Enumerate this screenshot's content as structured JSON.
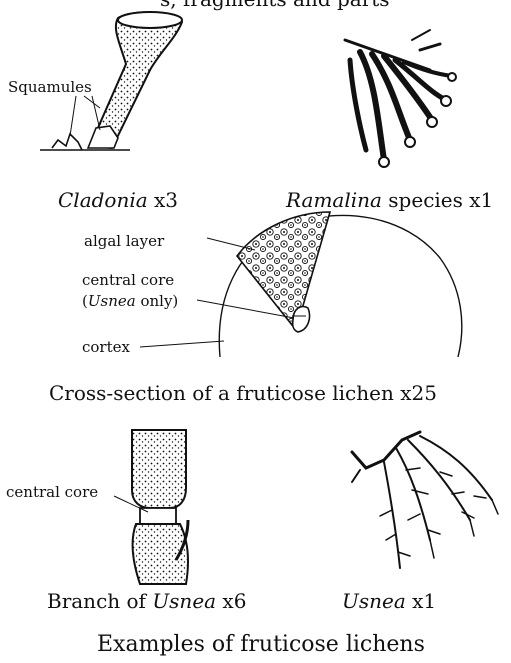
{
  "top_fragment": "s, fragments and parts",
  "figures": {
    "cladonia": {
      "name": "Cladonia",
      "suffix": " x3",
      "label": "Squamules"
    },
    "ramalina": {
      "name": "Ramalina",
      "suffix": " species x1"
    },
    "cross_section": {
      "caption": "Cross-section of a fruticose lichen x25",
      "labels": {
        "algal_layer": "algal layer",
        "central_core_line1": "central core",
        "central_core_open": "(",
        "central_core_italic": "Usnea",
        "central_core_close": " only)",
        "cortex": "cortex"
      }
    },
    "usnea_branch": {
      "prefix": "Branch of ",
      "name": "Usnea",
      "suffix": " x6",
      "label": "central core"
    },
    "usnea": {
      "name": "Usnea",
      "suffix": " x1"
    }
  },
  "footer_title": "Examples of fruticose lichens",
  "colors": {
    "ink": "#111111",
    "paper": "#ffffff"
  }
}
